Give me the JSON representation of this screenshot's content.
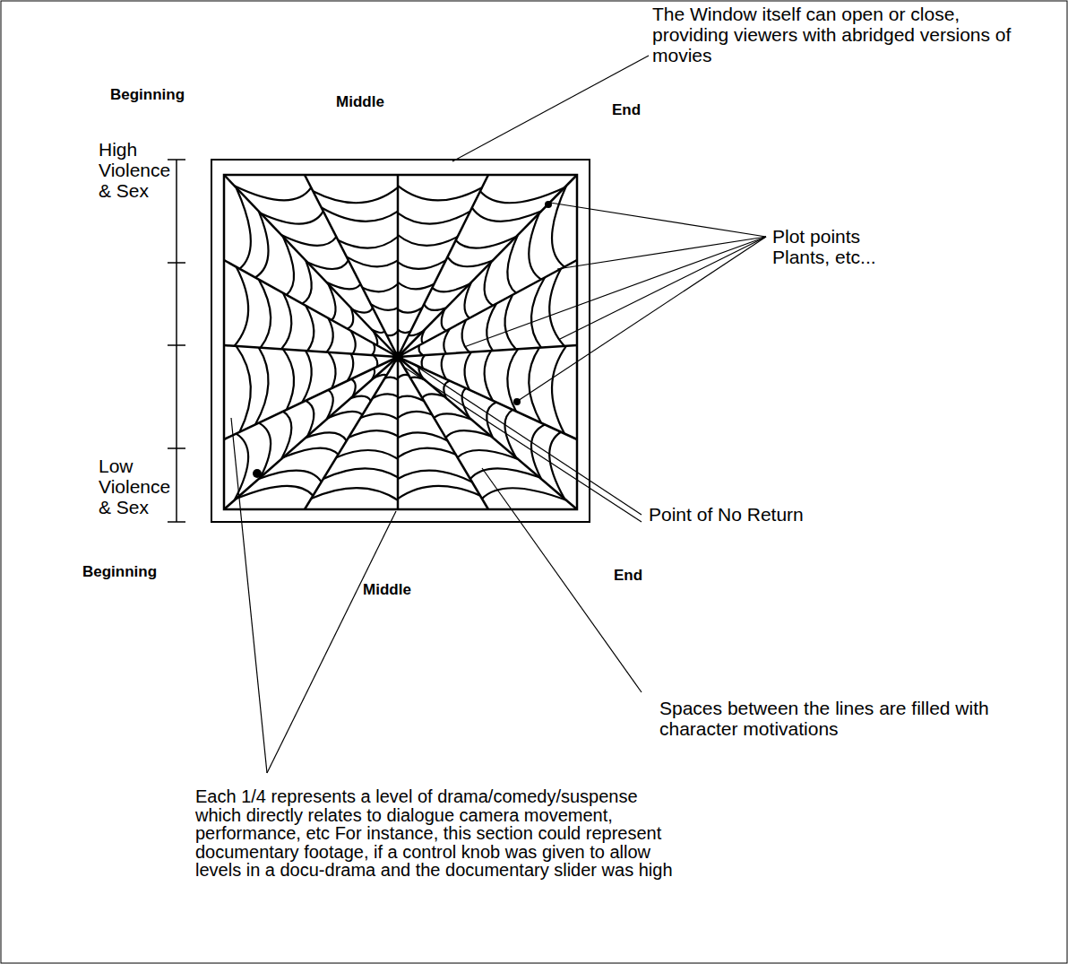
{
  "diagram": {
    "labels": [
      "The Window itself can open or close, providing viewers with abridged versions of movies",
      "Beginning",
      "Middle",
      "End",
      "High Violence & Sex",
      "Plot points Plants, etc...",
      "Point of No Return",
      "Low Violence & Sex",
      "Beginning",
      "Middle",
      "End",
      "Spaces between the lines are filled with character motivations",
      "Each 1/4 represents a level of drama/comedy/suspense which directly relates to dialogue camera movement, performance, etc For instance, this section could represent documentary footage, if a control knob was given to allow levels in a docu-drama and the documentary slider was high"
    ]
  }
}
